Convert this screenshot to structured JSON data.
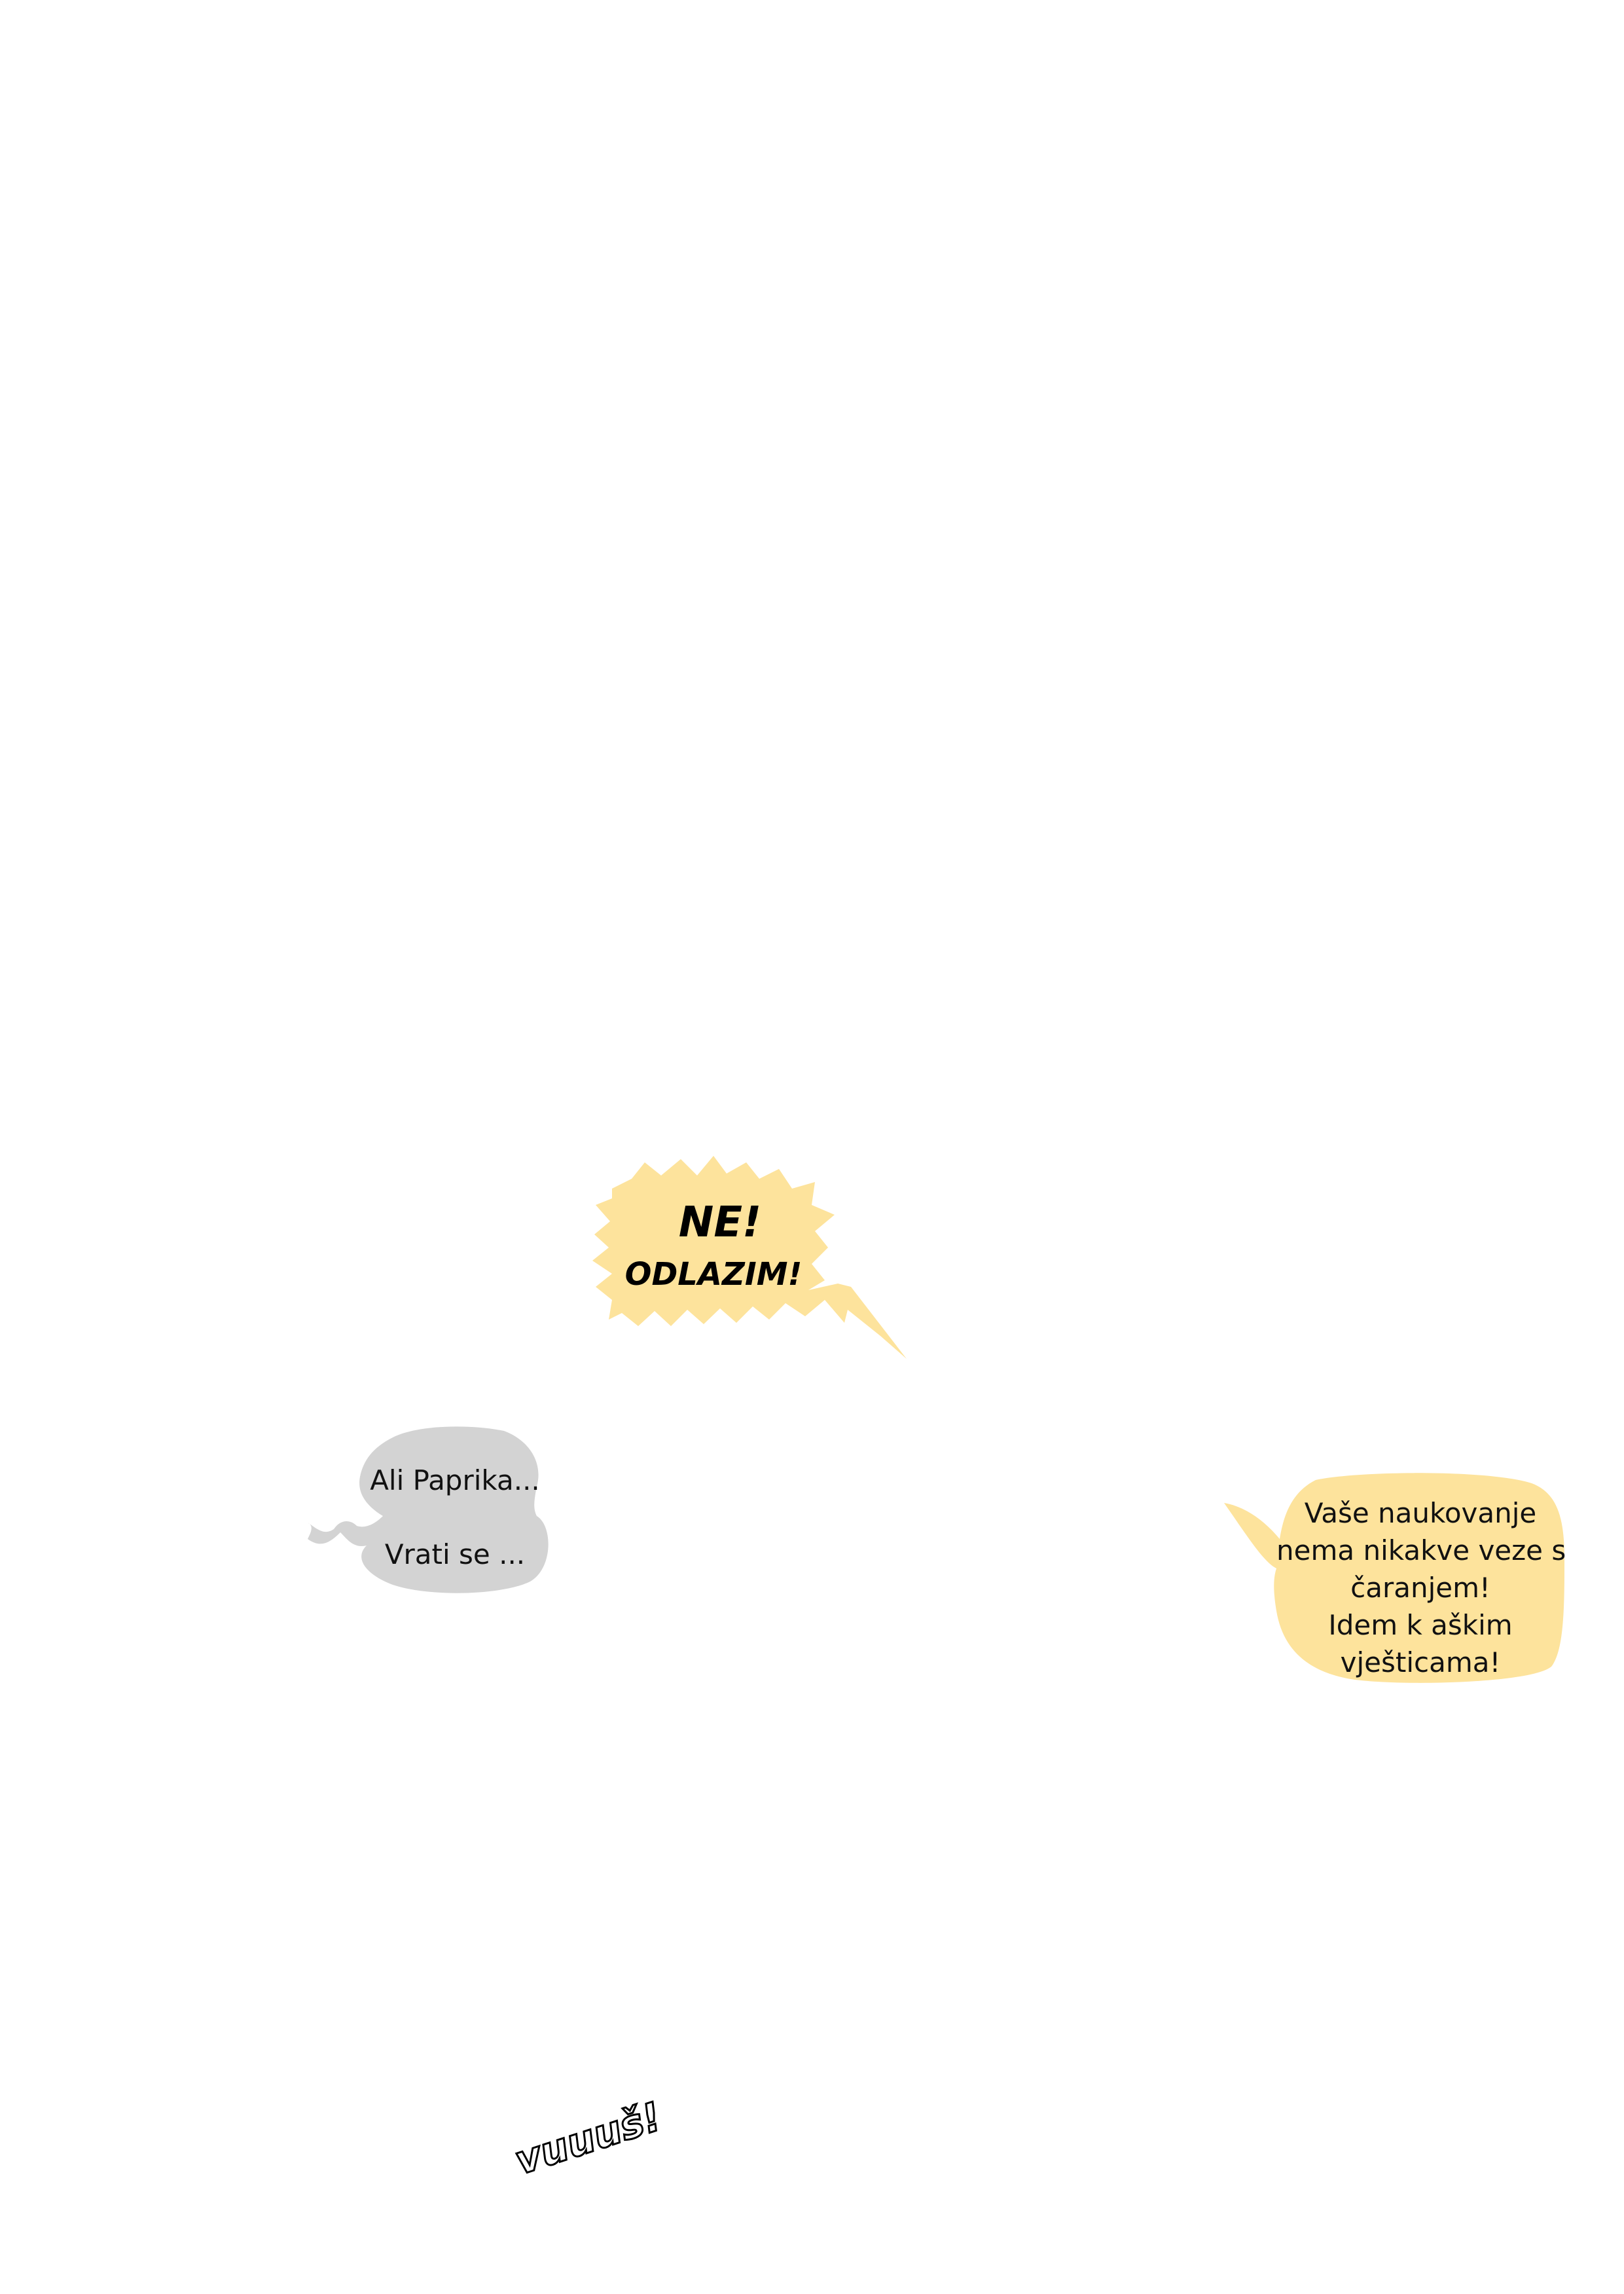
{
  "colors": {
    "background": "#ffffff",
    "shout_bubble": "#fde39c",
    "grey_bubble": "#d3d3d3",
    "yellow_bubble": "#fde39c",
    "text": "#111111"
  },
  "shout_bubble": {
    "line1": "NE!",
    "line2": "ODLAZIM!"
  },
  "grey_bubble": {
    "line1": "Ali Paprika...",
    "line2": "Vrati se ..."
  },
  "yellow_bubble": {
    "lines": [
      "Vaše naukovanje",
      "nema nikakve veze s",
      "čaranjem!",
      "Idem k aškim",
      "vještицама!"
    ]
  },
  "sound_effect": {
    "text": "vuuuš!"
  }
}
